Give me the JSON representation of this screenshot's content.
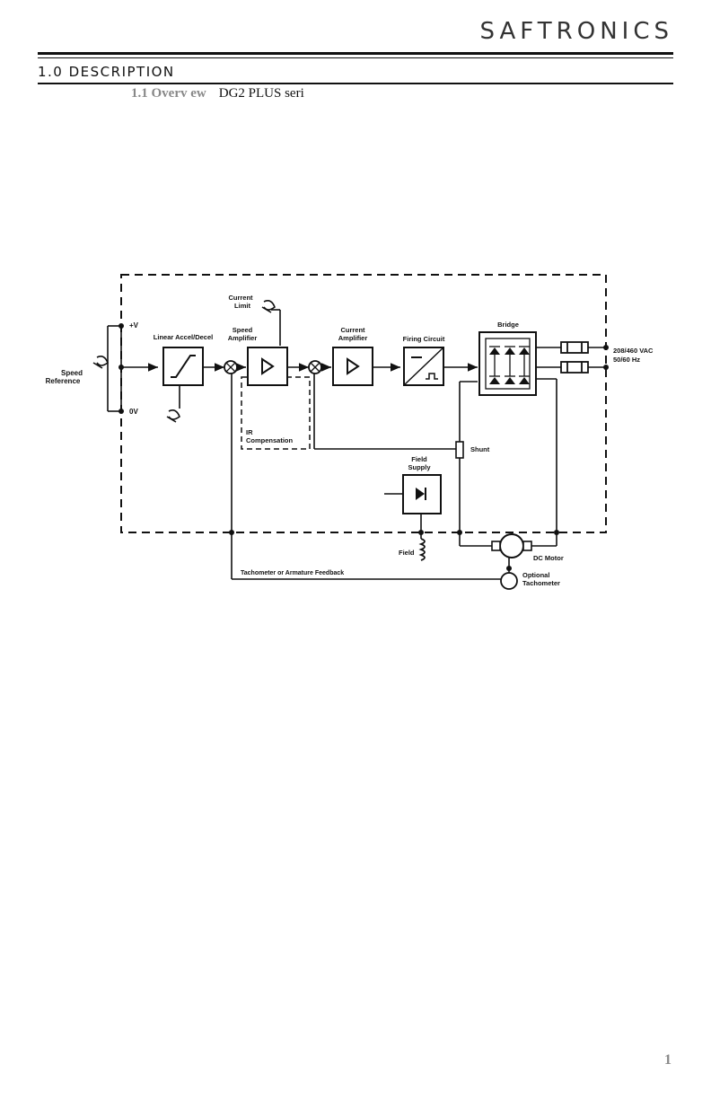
{
  "header": {
    "brand": "SAFTRONICS"
  },
  "section": {
    "title": "1.0  DESCRIPTION",
    "subsection_number": "1.1 Overv ew",
    "subsection_text": "DG2 PLUS seri"
  },
  "diagram": {
    "labels": {
      "speed_reference": [
        "Speed",
        "Reference"
      ],
      "plus_v": "+V",
      "zero_v": "0V",
      "linear_accel_decel": "Linear Accel/Decel",
      "current_limit": [
        "Current",
        "Limit"
      ],
      "speed_amplifier": [
        "Speed",
        "Amplifier"
      ],
      "current_amplifier": [
        "Current",
        "Amplifier"
      ],
      "firing_circuit": "Firing Circuit",
      "bridge": "Bridge",
      "supply": [
        "208/460 VAC",
        "50/60 Hz"
      ],
      "ir_compensation": [
        "IR",
        "Compensation"
      ],
      "shunt": "Shunt",
      "field_supply": [
        "Field",
        "Supply"
      ],
      "field": "Field",
      "dc_motor": "DC Motor",
      "optional_tachometer": [
        "Optional",
        "Tachometer"
      ],
      "feedback": "Tachometer or Armature Feedback"
    }
  },
  "footer": {
    "page_number": "1"
  }
}
